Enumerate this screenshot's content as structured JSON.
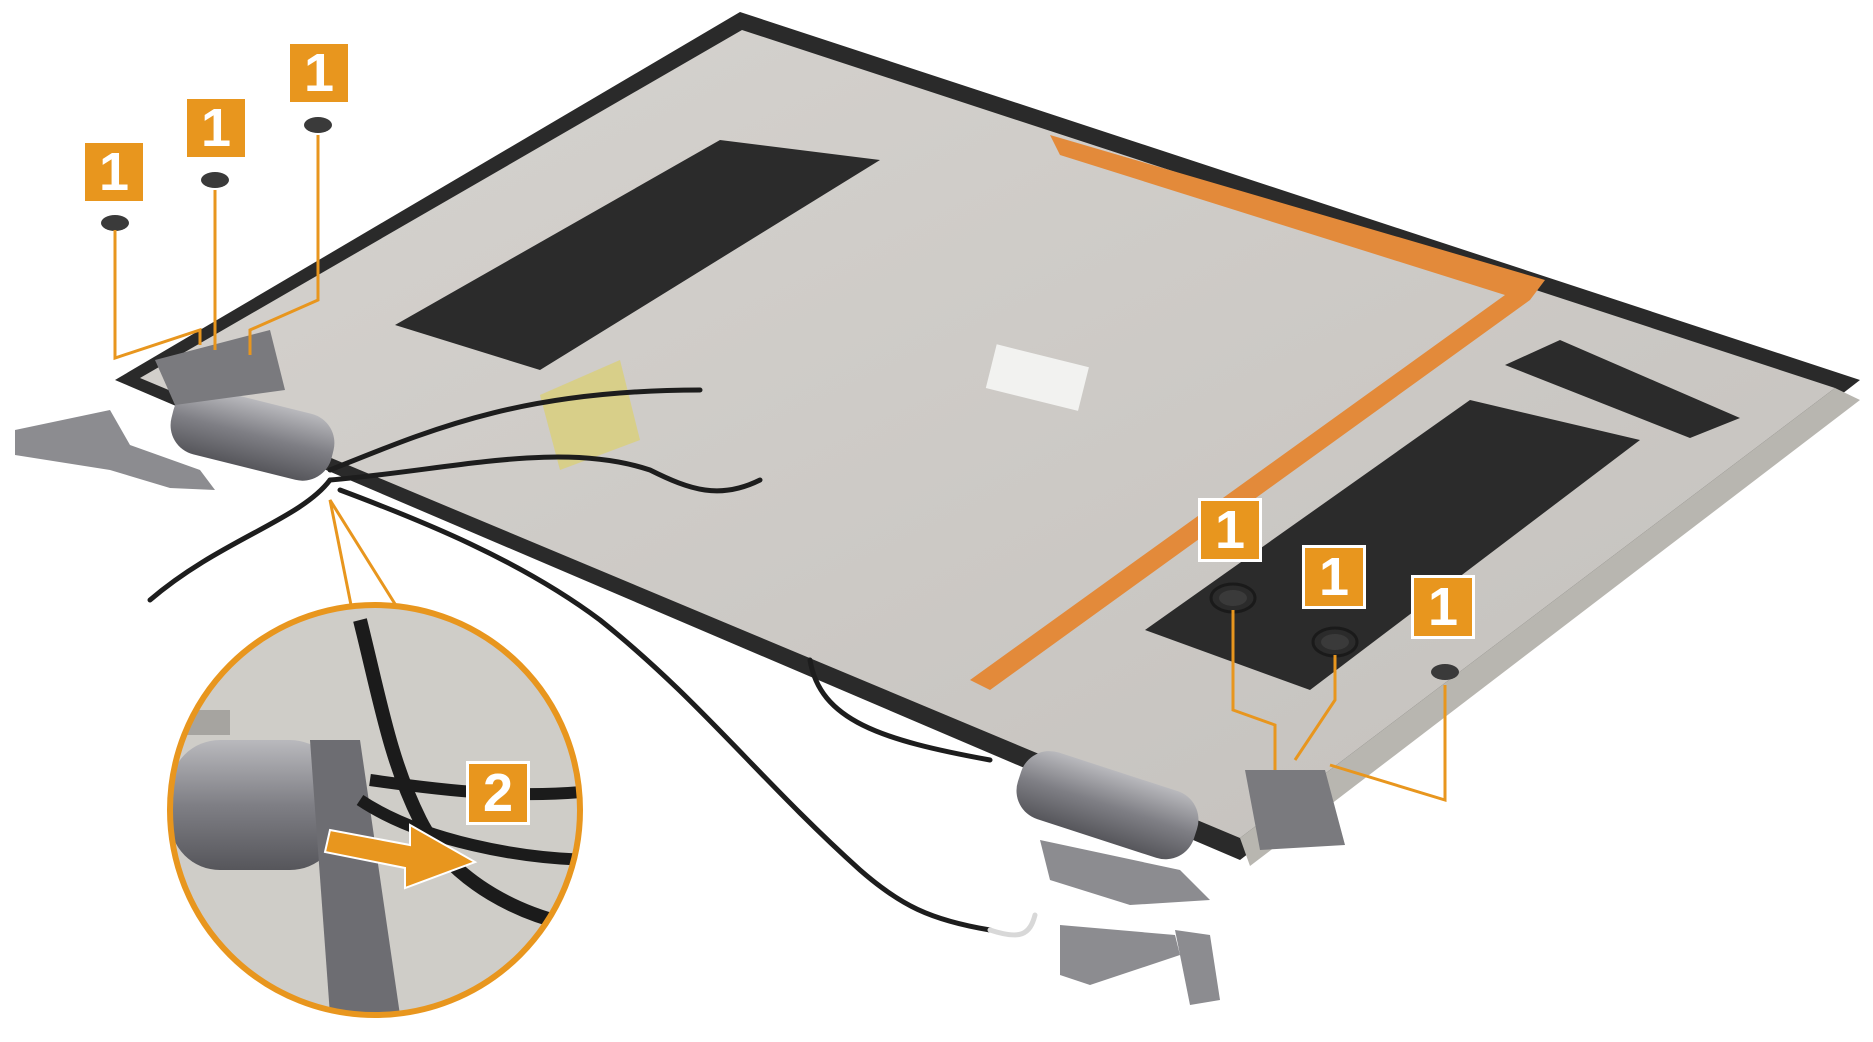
{
  "colors": {
    "accent": "#E8961E",
    "lid_inner": "#CFCCC8",
    "lid_frame": "#2A2A2A",
    "tape": "#2B2B2B",
    "flex_cable": "#E38A3A",
    "hinge_metal": "#8C8C90"
  },
  "callouts": [
    {
      "label": "1"
    },
    {
      "label": "1"
    },
    {
      "label": "1"
    },
    {
      "label": "1"
    },
    {
      "label": "1"
    },
    {
      "label": "1"
    },
    {
      "label": "2"
    }
  ],
  "icons": {
    "screw": "screw-icon",
    "arrow": "right-arrow-icon",
    "magnifier": "zoom-circle-icon"
  }
}
